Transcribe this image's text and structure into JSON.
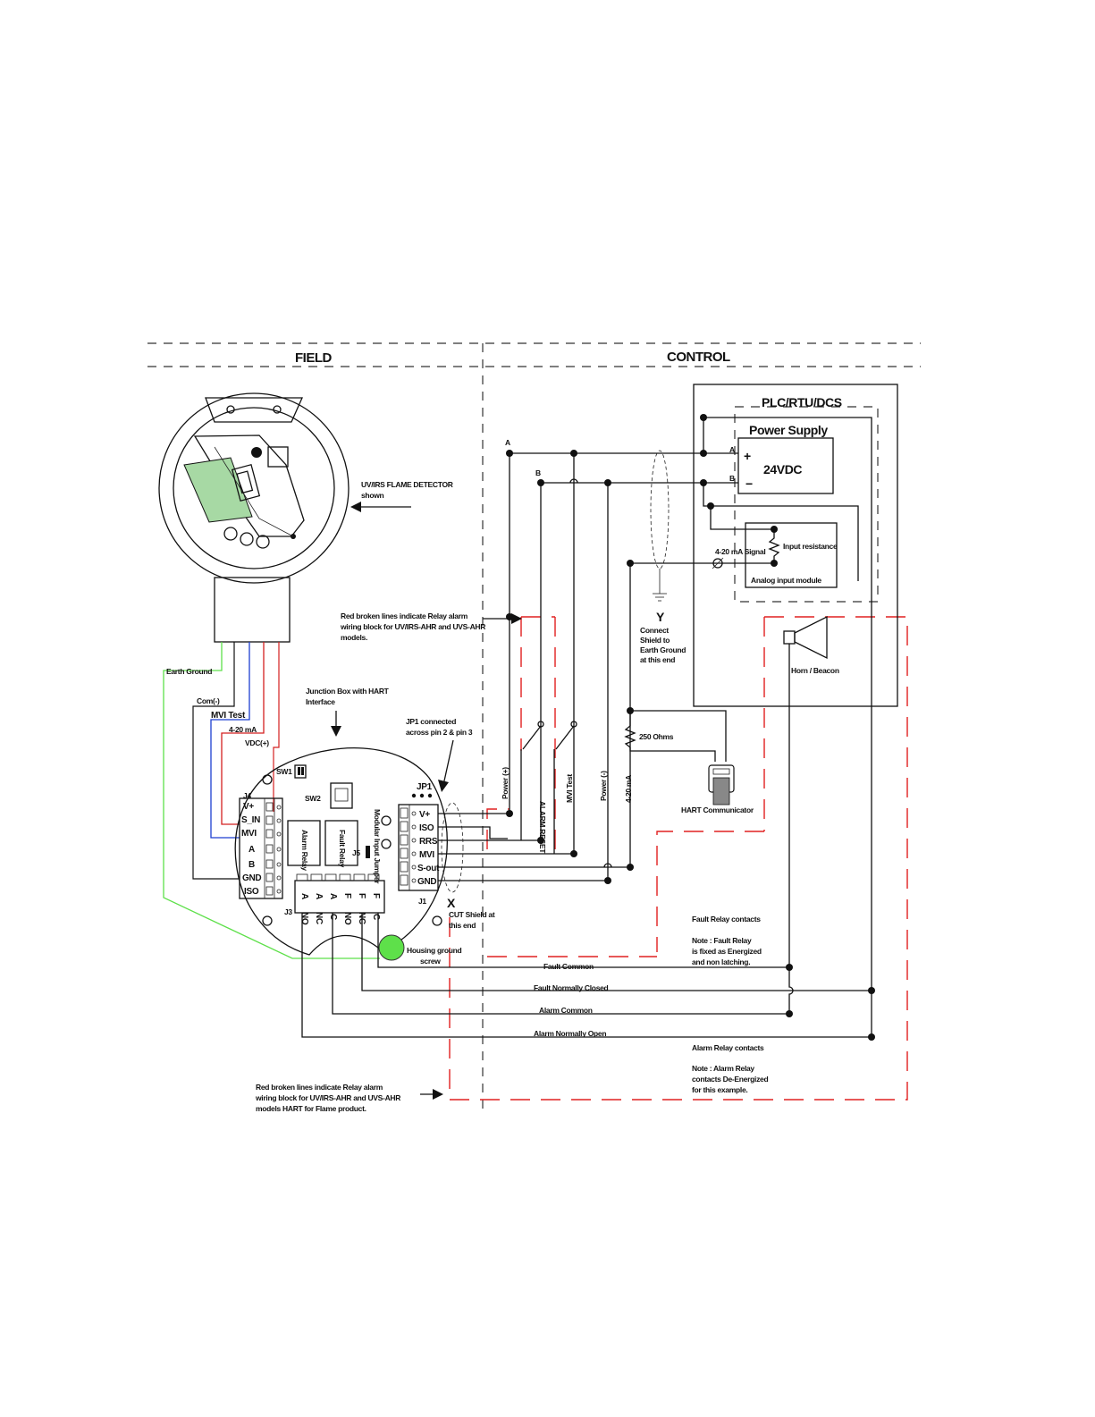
{
  "zones": {
    "field": "FIELD",
    "control": "CONTROL"
  },
  "control_panel": {
    "title": "PLC/RTU/DCS",
    "power_supply": "Power Supply",
    "voltage": "24VDC",
    "plus": "+",
    "minus": "−",
    "node_a": "A",
    "node_b": "B",
    "signal_label": "4-20 mA Signal",
    "input_resistance": "Input resistance",
    "analog_module": "Analog input module",
    "horn": "Horn / Beacon"
  },
  "detector": {
    "label_line1": "UV/IRS FLAME DETECTOR",
    "label_line2": "shown"
  },
  "cable_labels": {
    "earth": "Earth Ground",
    "com": "Com(-)",
    "mvi": "MVI Test",
    "ma": "4-20 mA",
    "vdc": "VDC(+)"
  },
  "junction_box": {
    "label_line1": "Junction Box with HART",
    "label_line2": "Interface",
    "jp1_note_line1": "JP1 connected",
    "jp1_note_line2": "across pin 2 & pin 3",
    "sw1": "SW1",
    "sw2": "SW2",
    "jp1": "JP1",
    "j5": "J5",
    "j4": "J4",
    "j1": "J1",
    "j3": "J3",
    "relay1": "Alarm Relay",
    "relay2": "Fault Relay",
    "jumper_text": "Modular Input Jumper",
    "j4_terminals": [
      "V+",
      "S_IN",
      "MVI",
      "A",
      "B",
      "GND",
      "ISO"
    ],
    "j1_terminals": [
      "V+",
      "ISO",
      "RRS",
      "MVI",
      "S-out",
      "GND"
    ],
    "j3_top": [
      "A",
      "A",
      "A",
      "F",
      "F",
      "F"
    ],
    "j3_bottom": [
      "NO",
      "NC",
      "C",
      "NO",
      "NC",
      "C"
    ]
  },
  "wire_labels": {
    "power_plus": "Power (+)",
    "alarm_reset": "ALARM RESET",
    "mvi_test": "MVI Test",
    "power_minus": "Power (-)",
    "ma": "4-20 mA"
  },
  "notes": {
    "red_upper_line1": "Red broken lines indicate Relay alarm",
    "red_upper_line2": "wiring block for  UV/IRS-AHR  and UVS-AHR",
    "red_upper_line3": "models.",
    "red_lower_line1": "Red broken lines indicate Relay alarm",
    "red_lower_line2": "wiring block for  UV/IRS-AHR  and UVS-AHR",
    "red_lower_line3": "models HART for Flame product.",
    "y_mark": "Y",
    "y_line1": "Connect",
    "y_line2": "Shield to",
    "y_line3": "Earth Ground",
    "y_line4": "at this end",
    "x_mark": "X",
    "x_line1": "CUT Shield at",
    "x_line2": "this end",
    "resistor": "250 Ohms",
    "hart": "HART Communicator",
    "housing_line1": "Housing ground",
    "housing_line2": "screw",
    "fault_title": "Fault Relay contacts",
    "fault_note1": "Note : Fault Relay",
    "fault_note2": "is fixed as Energized",
    "fault_note3": "and non latching.",
    "alarm_title": "Alarm Relay contacts",
    "alarm_note1": "Note : Alarm Relay",
    "alarm_note2": "contacts De-Energized",
    "alarm_note3": "for this example."
  },
  "relay_wires": {
    "fault_common": "Fault Common",
    "fault_nc": "Fault Normally Closed",
    "alarm_common": "Alarm  Common",
    "alarm_no": "Alarm Normally Open"
  },
  "colors": {
    "red_dash": "#e02020",
    "green": "#5ee04a",
    "blue": "#1c3fd1",
    "wire_red": "#d42020",
    "lcd": "#a7d9a4"
  }
}
